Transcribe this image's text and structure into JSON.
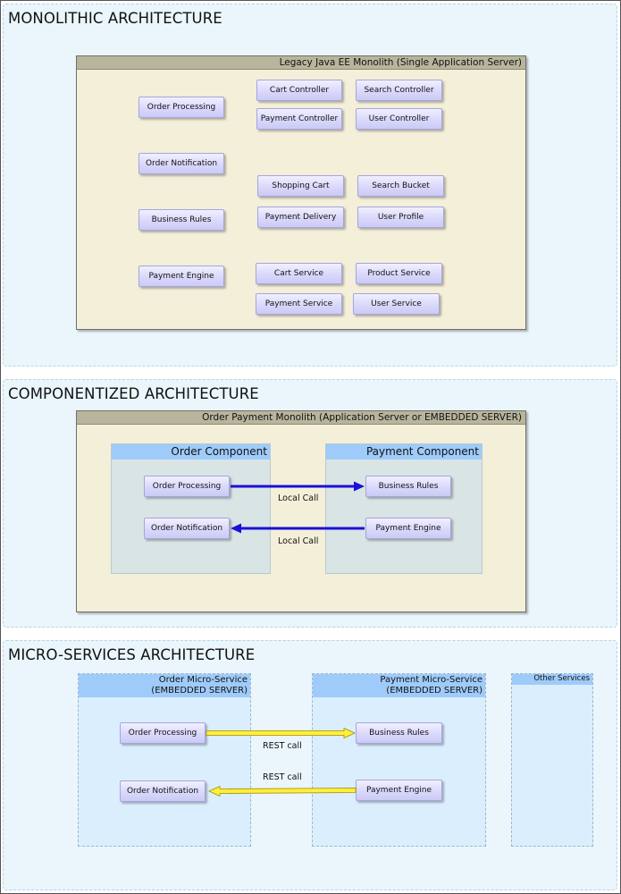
{
  "monolithic": {
    "title": "MONOLITHIC ARCHITECTURE",
    "container_label": "Legacy Java EE Monolith (Single Application Server)",
    "boxes": {
      "order_processing": "Order Processing",
      "order_notification": "Order Notification",
      "business_rules": "Business Rules",
      "payment_engine": "Payment Engine",
      "cart_controller": "Cart Controller",
      "search_controller": "Search Controller",
      "payment_controller": "Payment Controller",
      "user_controller": "User Controller",
      "shopping_cart": "Shopping Cart",
      "search_bucket": "Search Bucket",
      "payment_delivery": "Payment Delivery",
      "user_profile": "User Profile",
      "cart_service": "Cart Service",
      "product_service": "Product Service",
      "payment_service": "Payment Service",
      "user_service": "User Service"
    }
  },
  "componentized": {
    "title": "COMPONENTIZED ARCHITECTURE",
    "container_label": "Order Payment Monolith (Application Server or EMBEDDED SERVER)",
    "order_component": {
      "label": "Order Component",
      "order_processing": "Order Processing",
      "order_notification": "Order Notification"
    },
    "payment_component": {
      "label": "Payment Component",
      "business_rules": "Business Rules",
      "payment_engine": "Payment Engine"
    },
    "call_label_1": "Local Call",
    "call_label_2": "Local Call",
    "arrow_color": "#1a10d8"
  },
  "microservices": {
    "title": "MICRO-SERVICES ARCHITECTURE",
    "order_service": {
      "label_line1": "Order Micro-Service",
      "label_line2": "(EMBEDDED SERVER)",
      "order_processing": "Order Processing",
      "order_notification": "Order Notification"
    },
    "payment_service": {
      "label_line1": "Payment Micro-Service",
      "label_line2": "(EMBEDDED SERVER)",
      "business_rules": "Business Rules",
      "payment_engine": "Payment Engine"
    },
    "other_services": {
      "label": "Other Services"
    },
    "call_label_1": "REST call",
    "call_label_2": "REST call",
    "arrow_color": "#ffef3a"
  }
}
